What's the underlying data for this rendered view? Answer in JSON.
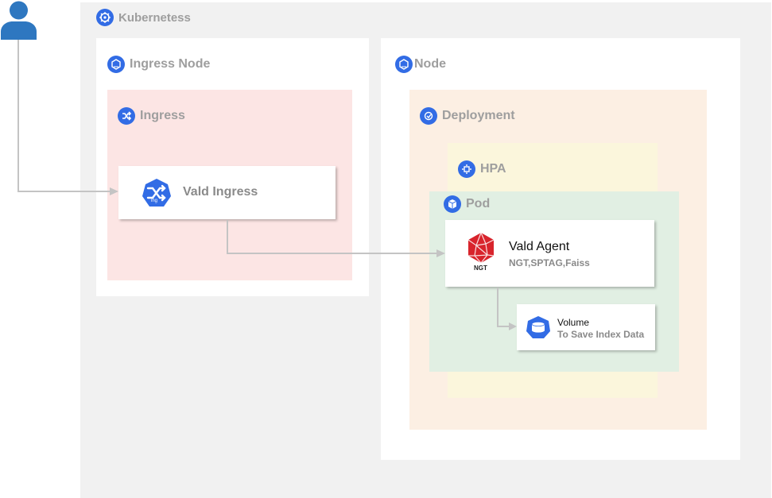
{
  "regions": {
    "kubernetes": "Kubernetess",
    "ingress_node": "Ingress Node",
    "ingress": "Ingress",
    "node": "Node",
    "deployment": "Deployment",
    "hpa": "HPA",
    "pod": "Pod"
  },
  "components": {
    "vald_ingress": {
      "title": "Vald Ingress",
      "icon_label": "ing"
    },
    "vald_agent": {
      "title": "Vald Agent",
      "subtitle": "NGT,SPTAG,Faiss",
      "logo_text": "NGT"
    },
    "volume": {
      "title": "Volume",
      "subtitle": "To Save Index Data"
    }
  },
  "colors": {
    "kubernetes_bg": "#f1f1f1",
    "node_bg": "#ffffff",
    "ingress_bg": "#fce5e4",
    "deployment_bg": "#fcefe3",
    "hpa_bg": "#fbf6dc",
    "pod_bg": "#e1efe3",
    "k8s_blue": "#326ce5",
    "user_blue": "#2e77c0",
    "ngt_red": "#d8242c",
    "connector_gray": "#c4c4c4",
    "label_gray": "#9e9e9e"
  },
  "icons": {
    "user": "user-icon",
    "kubernetes": "kubernetes-helm-icon",
    "node": "node-icon",
    "ingress": "ingress-icon",
    "deployment": "deployment-icon",
    "hpa": "hpa-icon",
    "pod": "pod-icon",
    "agent": "ngt-logo",
    "volume": "volume-icon"
  }
}
